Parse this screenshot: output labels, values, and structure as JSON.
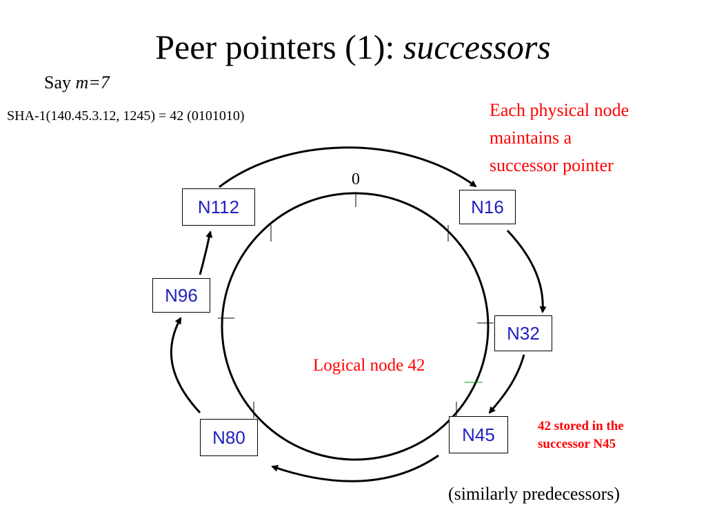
{
  "title": {
    "text": "Peer pointers (1): ",
    "italic": "successors"
  },
  "params": {
    "say_text": "Say ",
    "m_assignment": "m=7"
  },
  "hash_line": "SHA-1(140.45.3.12, 1245) =  42 (0101010)",
  "notes": {
    "physical_node": [
      "Each physical node",
      "maintains a",
      "successor pointer"
    ],
    "logical_node": "Logical node 42",
    "stored": [
      "42 stored in the",
      "successor  N45"
    ],
    "similarly": "(similarly predecessors)"
  },
  "ring": {
    "zero_label": "0",
    "nodes": [
      {
        "id": "n16",
        "label": "N16"
      },
      {
        "id": "n32",
        "label": "N32"
      },
      {
        "id": "n45",
        "label": "N45"
      },
      {
        "id": "n80",
        "label": "N80"
      },
      {
        "id": "n96",
        "label": "N96"
      },
      {
        "id": "n112",
        "label": "N112"
      }
    ]
  },
  "colors": {
    "text": "#000000",
    "annotation": "#ff0000",
    "node_label": "#2020c0",
    "logical_marker": "#00a000"
  }
}
